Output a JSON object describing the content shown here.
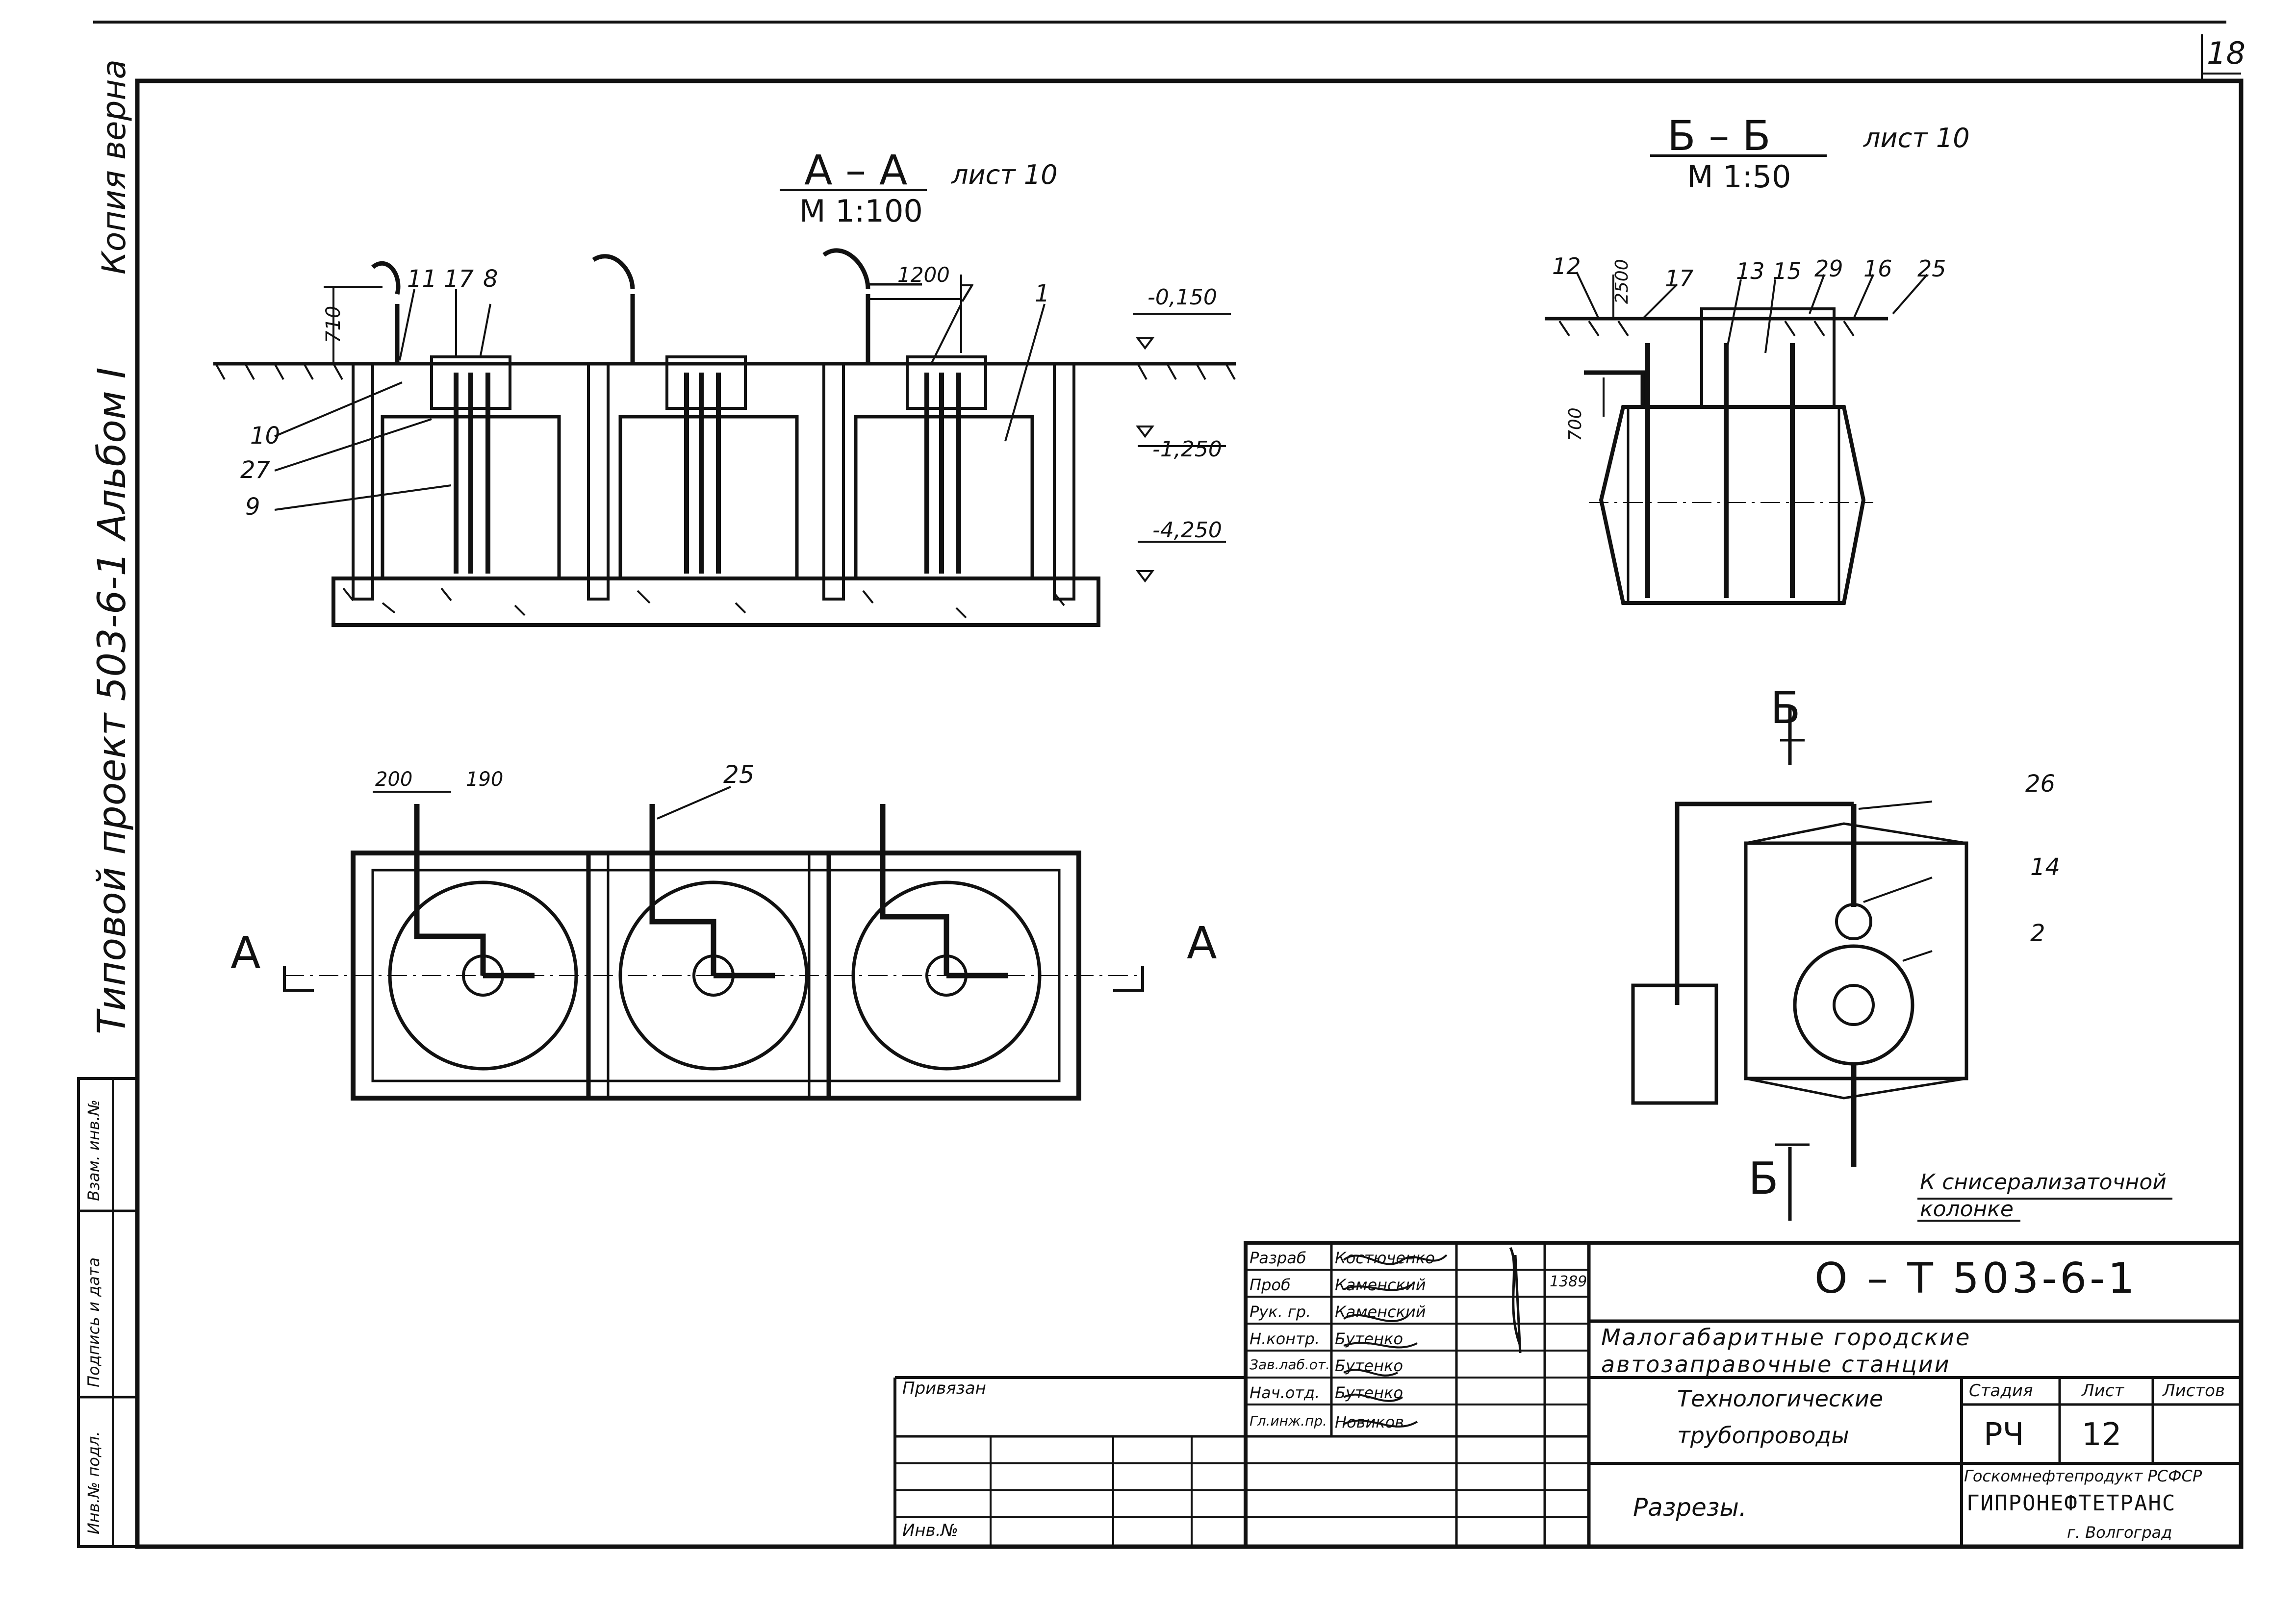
{
  "sheet": {
    "sheet_number_corner": "18"
  },
  "side_stamp": {
    "copy_label": "Копия верна",
    "project": "Типовой проект 503-6-1 Альбом I",
    "field_inv_orig": "Инв.№ подл.",
    "field_sign_date": "Подпись и дата",
    "field_inv_replace": "Взам. инв.№"
  },
  "section_aa": {
    "title": "А – А",
    "scale": "М 1:100",
    "sheet_ref": "лист 10",
    "dim_710": "710",
    "dim_1200": "1200",
    "level_top": "-0,150",
    "level_mid": "-1,250",
    "level_bot": "-4,250",
    "callouts": [
      "11",
      "17",
      "8",
      "7",
      "1",
      "10",
      "27",
      "9"
    ]
  },
  "section_bb": {
    "title": "Б – Б",
    "scale": "М 1:50",
    "sheet_ref": "лист 10",
    "dim_2500": "2500",
    "dim_700": "700",
    "callouts": [
      "12",
      "17",
      "13",
      "15",
      "29",
      "16",
      "25"
    ]
  },
  "plan_left": {
    "dim_200": "200",
    "dim_190": "190",
    "callout_25": "25",
    "cut_left": "А",
    "cut_right": "А"
  },
  "plan_right": {
    "cut_top": "Б",
    "cut_bottom": "Б",
    "callouts": [
      "26",
      "14",
      "2"
    ],
    "note_line1": "К снисерализаточной",
    "note_line2": "колонке"
  },
  "title_block": {
    "code": "О – Т 503-6-1",
    "object_line1": "Малогабаритные городские",
    "object_line2": "автозаправочные станции",
    "drawing_title_line1": "Технологические",
    "drawing_title_line2": "трубопроводы",
    "sheet_name": "Разрезы.",
    "stage_header": "Стадия",
    "sheet_header": "Лист",
    "sheets_header": "Листов",
    "stage_value": "РЧ",
    "sheet_value": "12",
    "org_line1": "Госкомнефтепродукт РСФСР",
    "org_line2": "ГИПРОНЕФТЕТРАНС",
    "org_line3": "г. Волгоград",
    "applied_label": "Привязан",
    "inv_label": "Инв.№",
    "date_mark": "1389",
    "roles": [
      {
        "role": "Разраб",
        "name": "Костюченко"
      },
      {
        "role": "Проб",
        "name": "Каменский"
      },
      {
        "role": "Рук. гр.",
        "name": "Каменский"
      },
      {
        "role": "Н.контр.",
        "name": "Бутенко"
      },
      {
        "role": "Зав.лаб.от.",
        "name": "Бутенко"
      },
      {
        "role": "Нач.отд.",
        "name": "Бутенко"
      },
      {
        "role": "Гл.инж.пр.",
        "name": "Новиков"
      }
    ]
  }
}
